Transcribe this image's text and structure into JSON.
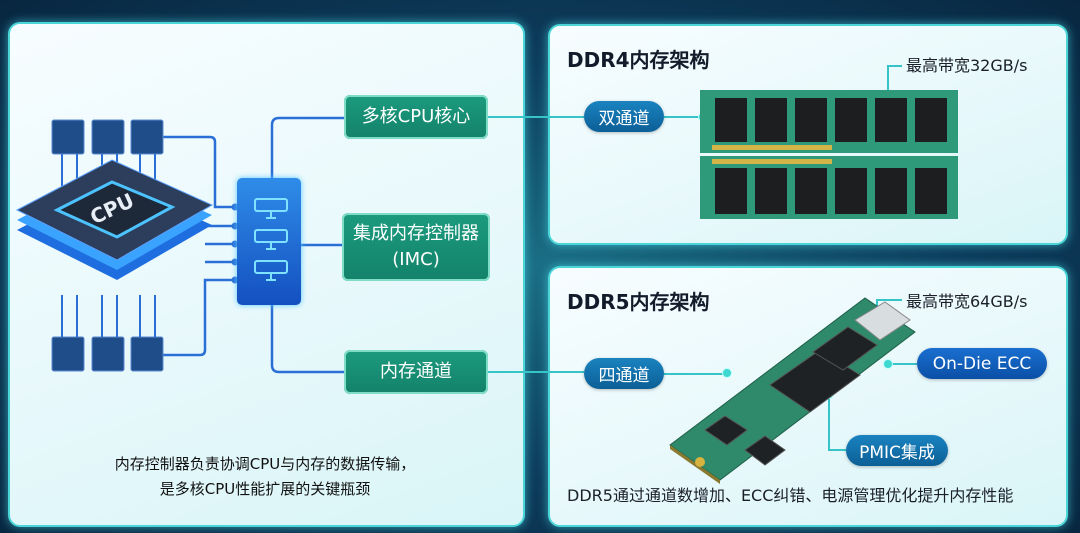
{
  "left_panel": {
    "cpu_label": "CPU",
    "boxes": {
      "cores": "多核CPU核心",
      "imc_line1": "集成内存控制器",
      "imc_line2": "(IMC)",
      "channels": "内存通道"
    },
    "caption": [
      "内存控制器负责协调CPU与内存的数据传输，",
      "是多核CPU性能扩展的关键瓶颈"
    ]
  },
  "ddr4": {
    "title": "DDR4内存架构",
    "channel_label": "双通道",
    "bandwidth": "最高带宽32GB/s"
  },
  "ddr5": {
    "title": "DDR5内存架构",
    "channel_label": "四通道",
    "bandwidth": "最高带宽64GB/s",
    "ecc_label": "On-Die ECC",
    "pmic_label": "PMIC集成",
    "caption": "DDR5通过通道数增加、ECC纠错、电源管理优化提升内存性能"
  },
  "colors": {
    "green": "#13826a",
    "blue_pill": "#0c5f96",
    "connector": "#2a6fd6",
    "teal_line": "#36c4c8"
  }
}
